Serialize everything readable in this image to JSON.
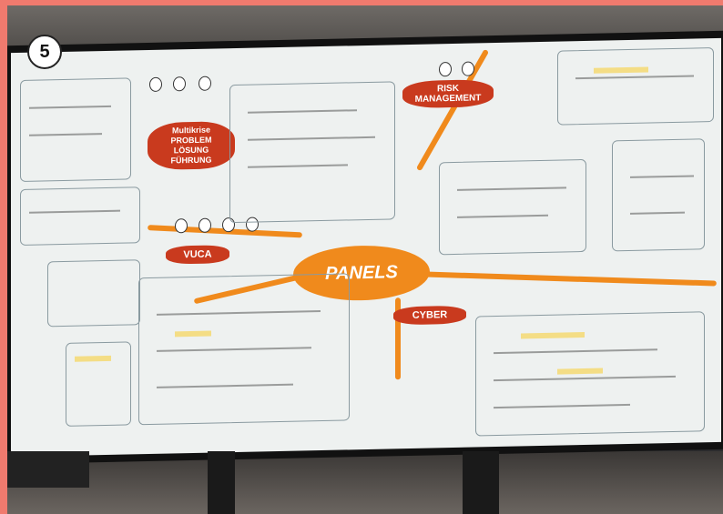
{
  "badge": {
    "number": "5"
  },
  "mindmap": {
    "center_label": "PANELS",
    "branches": [
      {
        "id": "multi",
        "label": "Multikrise PROBLEM LÖSUNG FÜHRUNG"
      },
      {
        "id": "risk",
        "label": "RISK MANAGEMENT"
      },
      {
        "id": "vuca",
        "label": "VUCA"
      },
      {
        "id": "cyber",
        "label": "CYBER"
      }
    ]
  },
  "colors": {
    "accent": "#f08a1c",
    "tag": "#c93a1e",
    "frame": "#f07a6e"
  }
}
